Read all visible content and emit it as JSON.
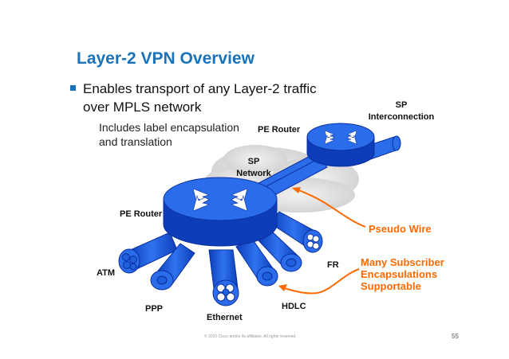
{
  "slide": {
    "title": "Layer-2 VPN Overview",
    "bullet": "Enables transport of any Layer-2 traffic over MPLS network",
    "sub_bullet": "Includes label encapsulation and translation",
    "footer": "© 2010 Cisco and/or its affiliates. All rights reserved.",
    "page_number": "55"
  },
  "diagram": {
    "sp_interconnection": [
      "SP",
      "Interconnection"
    ],
    "pe_router_top": "PE Router",
    "sp_network": [
      "SP",
      "Network"
    ],
    "pe_router_left": "PE Router",
    "pseudo_wire": "Pseudo Wire",
    "many_subscriber": [
      "Many Subscriber",
      "Encapsulations",
      "Supportable"
    ],
    "atm": "ATM",
    "ppp": "PPP",
    "ethernet": "Ethernet",
    "hdlc": "HDLC",
    "fr": "FR"
  },
  "colors": {
    "title": "#1a73b8",
    "router_blue": "#1f5fdc",
    "router_dark": "#0a2f9e",
    "accent_orange": "#ff6a00",
    "cloud": "#d9d9d9"
  }
}
